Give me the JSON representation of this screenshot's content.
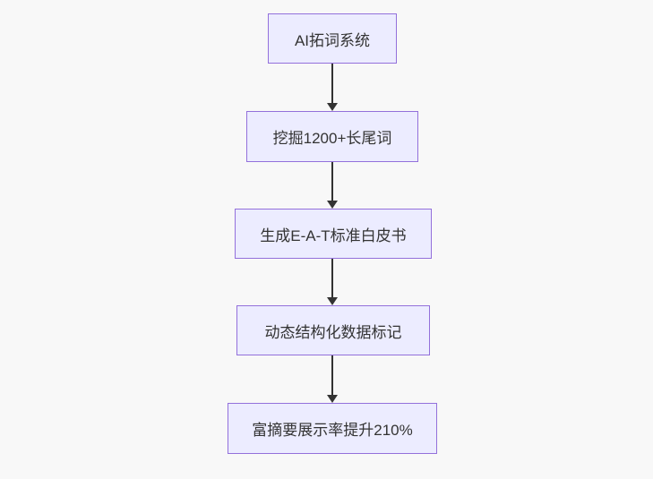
{
  "background_color": "#f8f8f8",
  "flowchart": {
    "type": "flowchart-top-down",
    "node_fill": "#ECECFF",
    "node_border_color": "#9370DB",
    "node_text_color": "#333333",
    "arrow_color": "#333333",
    "nodes": [
      {
        "label": "AI拓词系统"
      },
      {
        "label": "挖掘1200+长尾词"
      },
      {
        "label": "生成E-A-T标准白皮书"
      },
      {
        "label": "动态结构化数据标记"
      },
      {
        "label": "富摘要展示率提升210%"
      }
    ],
    "edges": [
      {
        "from": 0,
        "to": 1
      },
      {
        "from": 1,
        "to": 2
      },
      {
        "from": 2,
        "to": 3
      },
      {
        "from": 3,
        "to": 4
      }
    ]
  }
}
